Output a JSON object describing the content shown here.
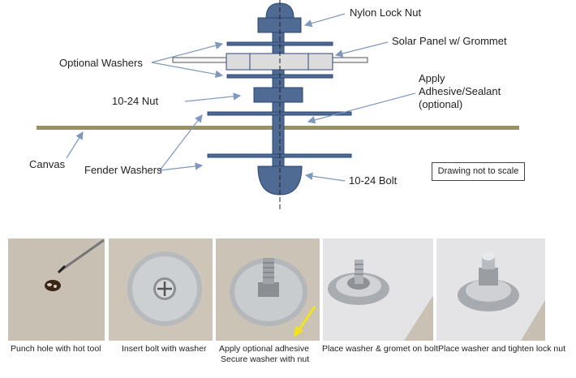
{
  "labels": {
    "nylon_lock_nut": "Nylon Lock Nut",
    "solar_panel": "Solar Panel w/ Grommet",
    "optional_washers": "Optional  Washers",
    "apply_line1": "Apply",
    "apply_line2": "Adhesive/Sealant",
    "apply_line3": "(optional)",
    "nut_1024": "10-24 Nut",
    "canvas": "Canvas",
    "fender_washers": "Fender Washers",
    "bolt_1024": "10-24 Bolt",
    "note": "Drawing not to scale"
  },
  "steps": [
    {
      "caption": "Punch hole with hot tool"
    },
    {
      "caption": "Insert bolt with washer"
    },
    {
      "caption_line1": "Apply optional adhesive",
      "caption_line2": "Secure washer with nut"
    },
    {
      "caption": "Place washer & gromet on bolt"
    },
    {
      "caption": "Place washer and tighten lock nut"
    }
  ],
  "colors": {
    "part_fill": "#4f6a93",
    "part_stroke": "#2a4878",
    "panel_fill": "#dcdcdc",
    "canvas_line": "#9a9160",
    "arrow": "#7f98c0",
    "canvas_photo": "#cfc7bb",
    "metal": "#b9bcc0"
  }
}
